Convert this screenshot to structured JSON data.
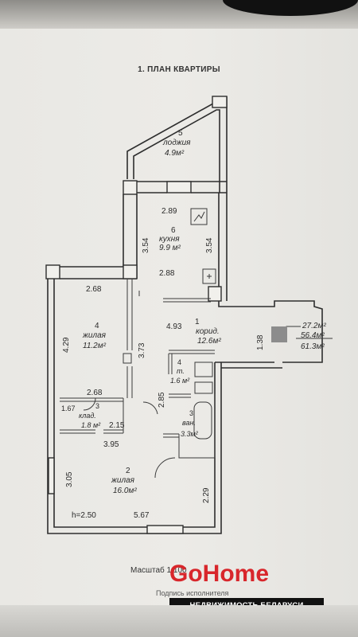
{
  "document": {
    "title": "1. ПЛАН КВАРТИРЫ",
    "scale_label": "Масштаб 1:100",
    "signature_line": "Подпись исполнителя"
  },
  "rooms": [
    {
      "number": "5",
      "name": "лоджия",
      "area": "4.9м²"
    },
    {
      "number": "6",
      "name": "кухня",
      "area": "9.9 м²"
    },
    {
      "number": "1",
      "name": "корид.",
      "area": "12.6м²"
    },
    {
      "number": "4",
      "name": "жилая",
      "area": "11.2м²"
    },
    {
      "number": "4",
      "name": "т.",
      "area": "1.6 м²"
    },
    {
      "number": "3",
      "name": "клад.",
      "area": "1.8 м²"
    },
    {
      "number": "3",
      "name": "ван.",
      "area": "3.3м²"
    },
    {
      "number": "2",
      "name": "жилая",
      "area": "16.0м²"
    }
  ],
  "dimensions": {
    "d_289": "2.89",
    "d_354a": "3.54",
    "d_354b": "3.54",
    "d_288": "2.88",
    "d_268a": "2.68",
    "d_429": "4.29",
    "d_493": "4.93",
    "d_373": "3.73",
    "d_138": "1.38",
    "d_285": "2.85",
    "d_268b": "2.68",
    "d_167": "1.67",
    "d_215": "2.15",
    "d_395": "3.95",
    "d_305": "3.05",
    "d_229": "2.29",
    "d_h": "h=2.50",
    "d_567": "5.67"
  },
  "totals": [
    "27.2м²",
    "56.4м²",
    "61.3м²"
  ],
  "logo": {
    "go": "Go",
    "home": "Home",
    "tagline": "НЕДВИЖИМОСТЬ БЕЛАРУСИ"
  }
}
